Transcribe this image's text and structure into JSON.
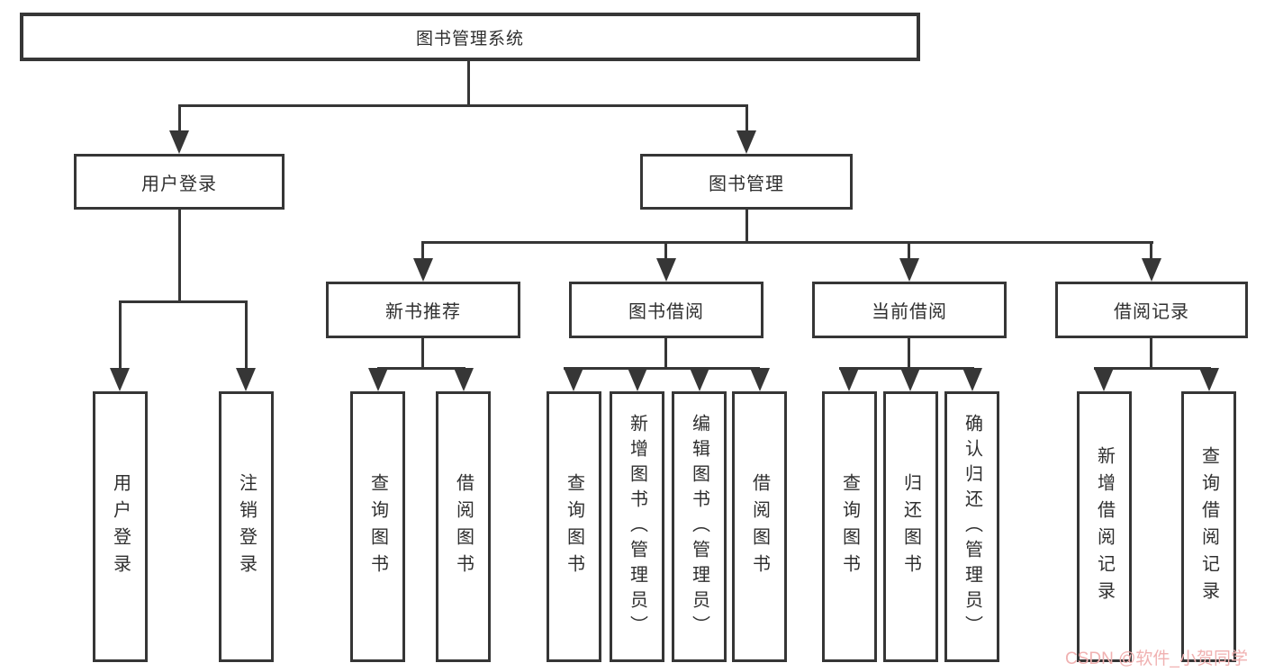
{
  "diagram": {
    "title": "图书管理系统",
    "nodes": {
      "root": "图书管理系统",
      "user_login": "用户登录",
      "book_mgmt": "图书管理",
      "new_books": "新书推荐",
      "book_borrow": "图书借阅",
      "current_borrow": "当前借阅",
      "borrow_records": "借阅记录",
      "leaf_user_login": "用户登录",
      "leaf_logout": "注销登录",
      "leaf_nb_query": "查询图书",
      "leaf_nb_borrow": "借阅图书",
      "leaf_bb_query": "查询图书",
      "leaf_bb_add": "新增图书（管理员）",
      "leaf_bb_edit": "编辑图书（管理员）",
      "leaf_bb_borrow": "借阅图书",
      "leaf_cb_query": "查询图书",
      "leaf_cb_return": "归还图书",
      "leaf_cb_confirm": "确认归还（管理员）",
      "leaf_br_add": "新增借阅记录",
      "leaf_br_query": "查询借阅记录"
    },
    "colors": {
      "line": "#363636",
      "box_fill": "#ffffff",
      "watermark_text": "#f0b1b1"
    },
    "watermark": "CSDN @软件_小贺同学"
  }
}
